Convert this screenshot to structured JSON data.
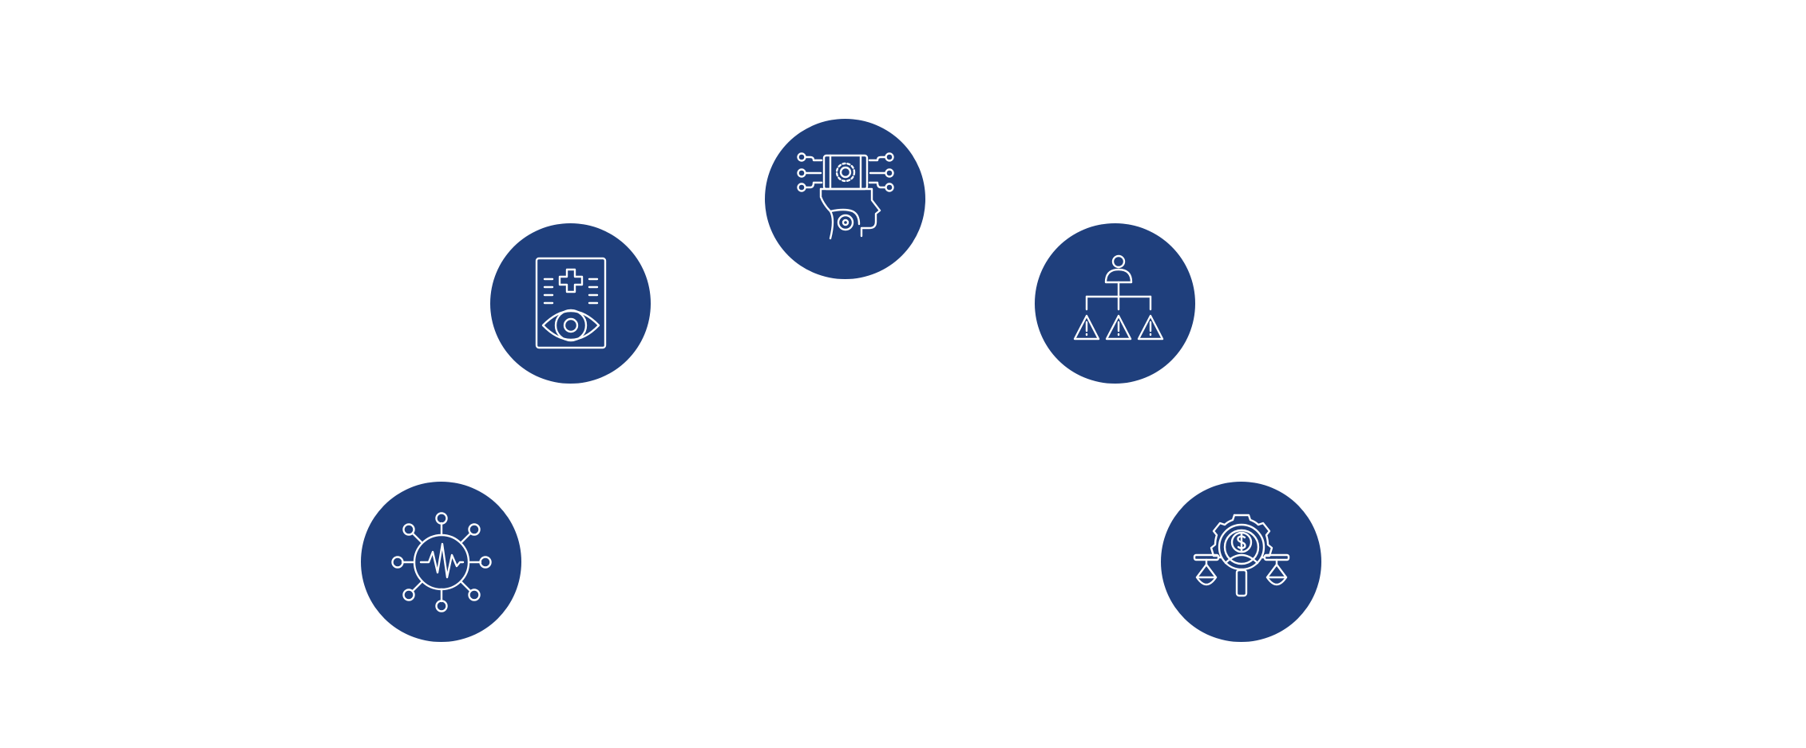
{
  "theme": {
    "background": "#ffffff",
    "circle_color": "#1f3f7c",
    "icon_color": "#ffffff"
  },
  "nodes": [
    {
      "id": "n1",
      "icon": "network-pulse-icon"
    },
    {
      "id": "n2",
      "icon": "medical-eye-report-icon"
    },
    {
      "id": "n3",
      "icon": "ai-head-circuit-icon"
    },
    {
      "id": "n4",
      "icon": "hierarchy-risk-icon"
    },
    {
      "id": "n5",
      "icon": "financial-justice-search-icon"
    }
  ]
}
